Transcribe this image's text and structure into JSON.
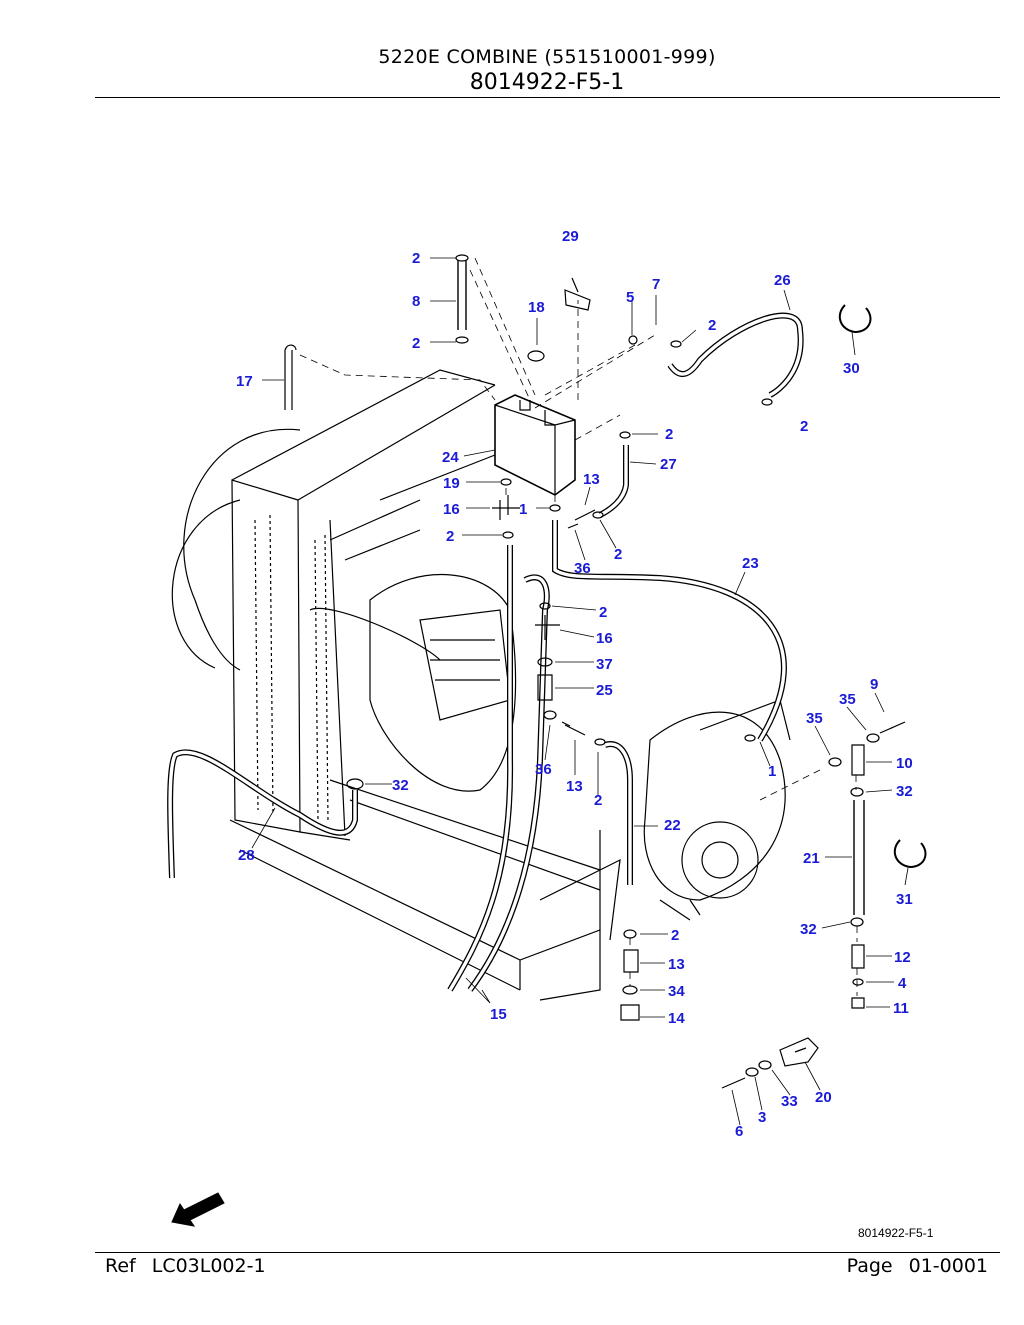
{
  "header": {
    "title": "5220E COMBINE (551510001-999)",
    "subtitle": "8014922-F5-1"
  },
  "diagram": {
    "figure_ref": "8014922-F5-1",
    "callouts": [
      "29",
      "2",
      "8",
      "2",
      "18",
      "5",
      "7",
      "26",
      "2",
      "30",
      "17",
      "2",
      "2",
      "24",
      "27",
      "19",
      "13",
      "16",
      "1",
      "2",
      "2",
      "36",
      "23",
      "2",
      "16",
      "37",
      "25",
      "9",
      "35",
      "35",
      "10",
      "36",
      "13",
      "1",
      "32",
      "2",
      "32",
      "22",
      "28",
      "21",
      "31",
      "2",
      "32",
      "13",
      "12",
      "34",
      "4",
      "15",
      "14",
      "11",
      "20",
      "33",
      "3",
      "6"
    ]
  },
  "footer": {
    "ref_label": "Ref",
    "ref_value": "LC03L002-1",
    "page_label": "Page",
    "page_value": "01-0001"
  }
}
